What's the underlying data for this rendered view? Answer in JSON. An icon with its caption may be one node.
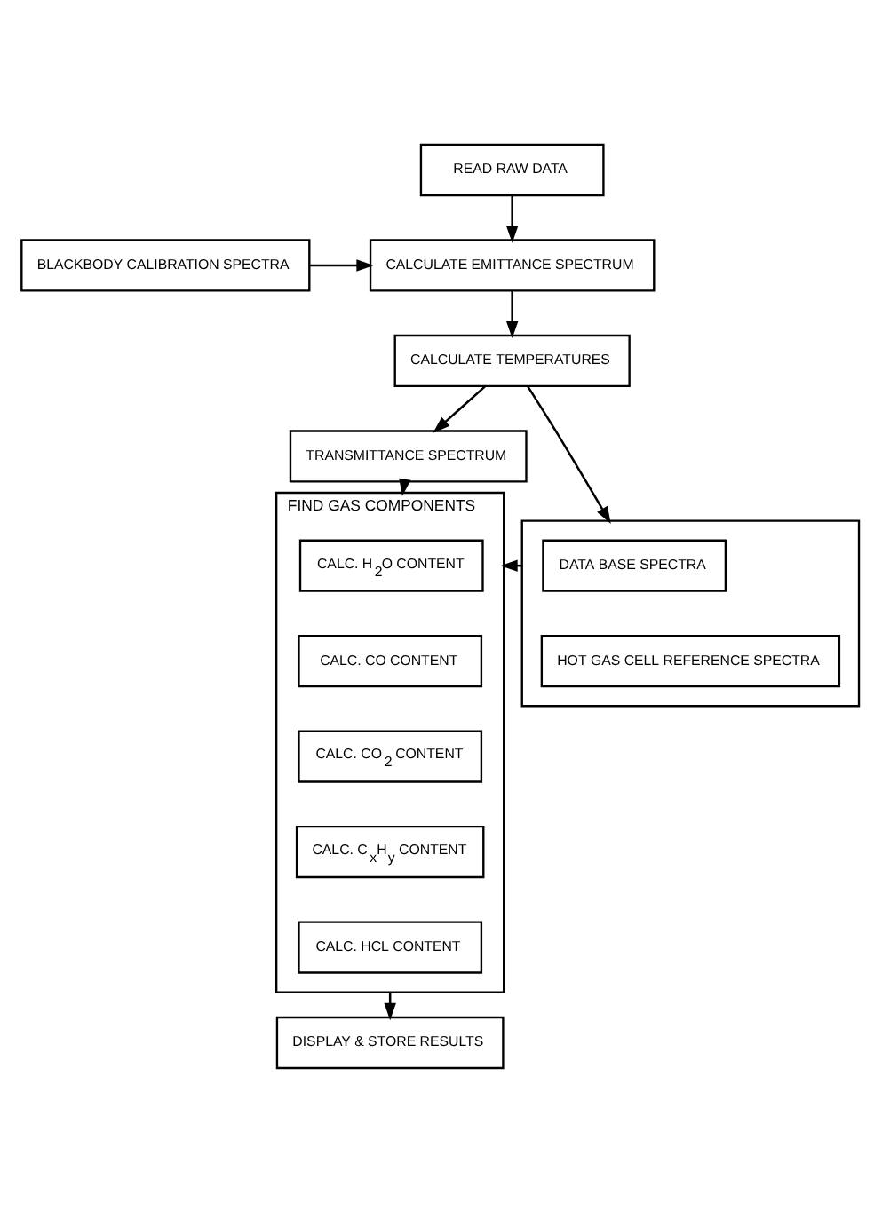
{
  "diagram": {
    "nodes": [
      {
        "text": [
          "READ RAW DATA"
        ]
      },
      {
        "text": [
          "CALCULATE EMITTANCE SPECTRUM"
        ]
      },
      {
        "text": [
          "BLACKBODY CALIBRATION SPECTRA"
        ]
      },
      {
        "text": [
          "CALCULATE TEMPERATURES"
        ]
      },
      {
        "text": [
          "TRANSMITTANCE SPECTRUM"
        ]
      },
      {
        "text": [
          "FIND GAS COMPONENTS"
        ]
      },
      {
        "text": [
          "CALC. H$_{2}$O CONTENT"
        ],
        "in": 5
      },
      {
        "text": [
          "CALC. CO CONTENT"
        ],
        "in": 5
      },
      {
        "text": [
          "CALC. CO$_{2}$ CONTENT"
        ],
        "in": 5
      },
      {
        "text": [
          "CALC. C$_{x}$H$_{y}$ CONTENT"
        ],
        "in": 5
      },
      {
        "text": [
          "CALC. HCL CONTENT"
        ],
        "in": 5
      },
      {
        "text": [],
        "shape": "box"
      },
      {
        "text": [
          "DATA BASE SPECTRA"
        ],
        "in": 11
      },
      {
        "text": [
          "HOT GAS CELL REFERENCE SPECTRA"
        ],
        "in": 11
      },
      {
        "text": [
          "DISPLAY & STORE RESULTS"
        ]
      }
    ],
    "edges": [
      {
        "from": 0,
        "to": 1,
        "arrow": "to"
      },
      {
        "from": 2,
        "to": 1,
        "arrow": "to"
      },
      {
        "from": 1,
        "to": 3,
        "arrow": "to"
      },
      {
        "from": 3,
        "to": 4,
        "arrow": "to"
      },
      {
        "from": 3,
        "to": 11,
        "arrow": "to"
      },
      {
        "from": 4,
        "to": 5,
        "arrow": "to"
      },
      {
        "from": 11,
        "to": 5,
        "arrow": "to"
      },
      {
        "from": 5,
        "to": 14,
        "arrow": "to"
      }
    ]
  }
}
